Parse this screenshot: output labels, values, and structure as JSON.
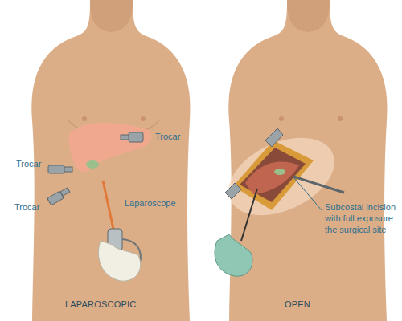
{
  "diagram": {
    "labels": [
      "Trocar",
      "Trocar",
      "Trocar",
      "Laparoscope",
      "LAPAROSCOPIC",
      "OPEN",
      "Subcostal incision with full exposure the surgical site"
    ]
  }
}
